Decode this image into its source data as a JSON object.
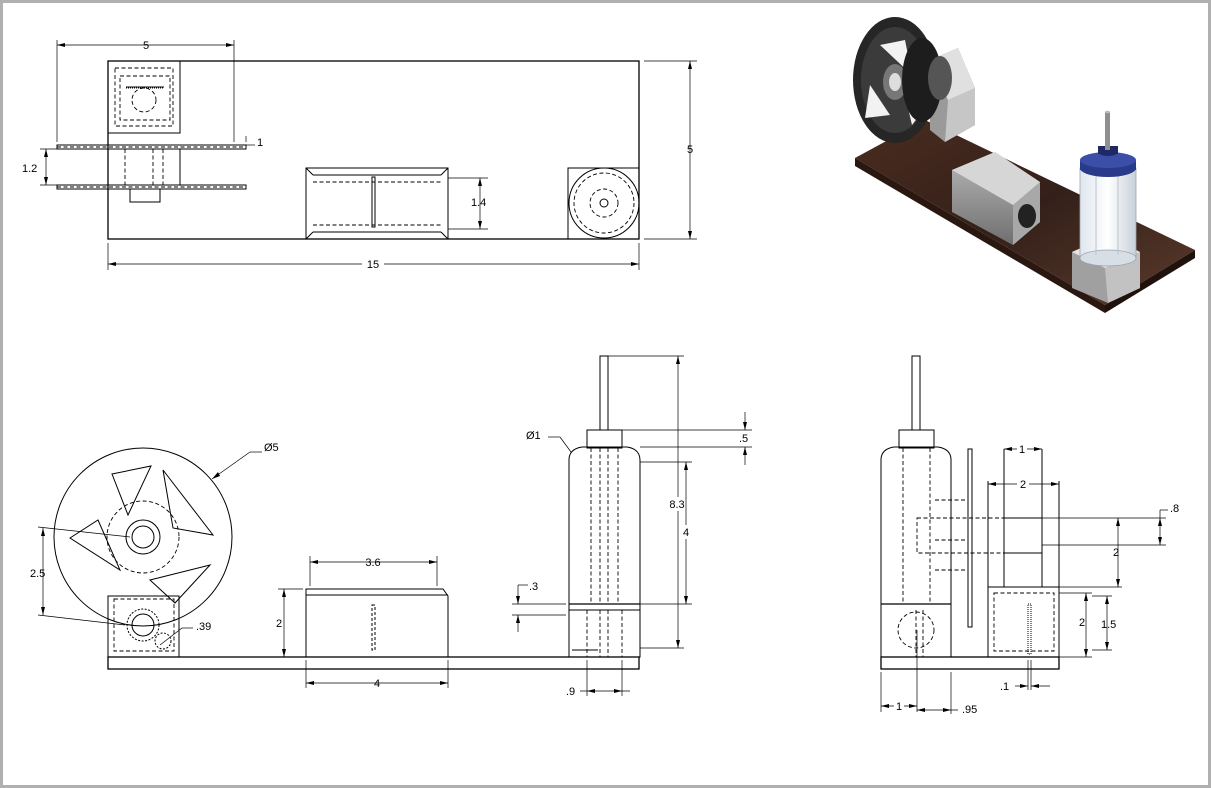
{
  "views": {
    "top": {
      "dimensions": {
        "overall_length": "15",
        "overall_width": "5",
        "spool_width": "5",
        "spool_gap": "1.2",
        "flange_thickness": "1",
        "block_height": "1.4"
      }
    },
    "front": {
      "dimensions": {
        "wheel_diameter": "Ø5",
        "wheel_center_height": "2.5",
        "gear_size": ".39",
        "block_top_length": "3.6",
        "block_height": "2",
        "block_length": "4",
        "cylinder_diameter": "Ø1",
        "cap_height": ".5",
        "total_height": "8.3",
        "cylinder_height": "4",
        "base_gap": ".3",
        "rod_offset": ".9"
      }
    },
    "side": {
      "dimensions": {
        "bracket_width": "1",
        "bracket_outer_width": "2",
        "slot_height": ".8",
        "bracket_height": "2",
        "box_height": "2",
        "box_inner_height": "1.5",
        "wall_thickness": ".1",
        "base_left": "1",
        "base_offset": ".95"
      }
    }
  },
  "colors": {
    "line": "#000000",
    "frame": "#b0b0b0",
    "base_wood": "#3b2318",
    "wheel": "#2b2b2b",
    "block": "#8c8c8c",
    "cap_blue": "#2a3a8a"
  }
}
